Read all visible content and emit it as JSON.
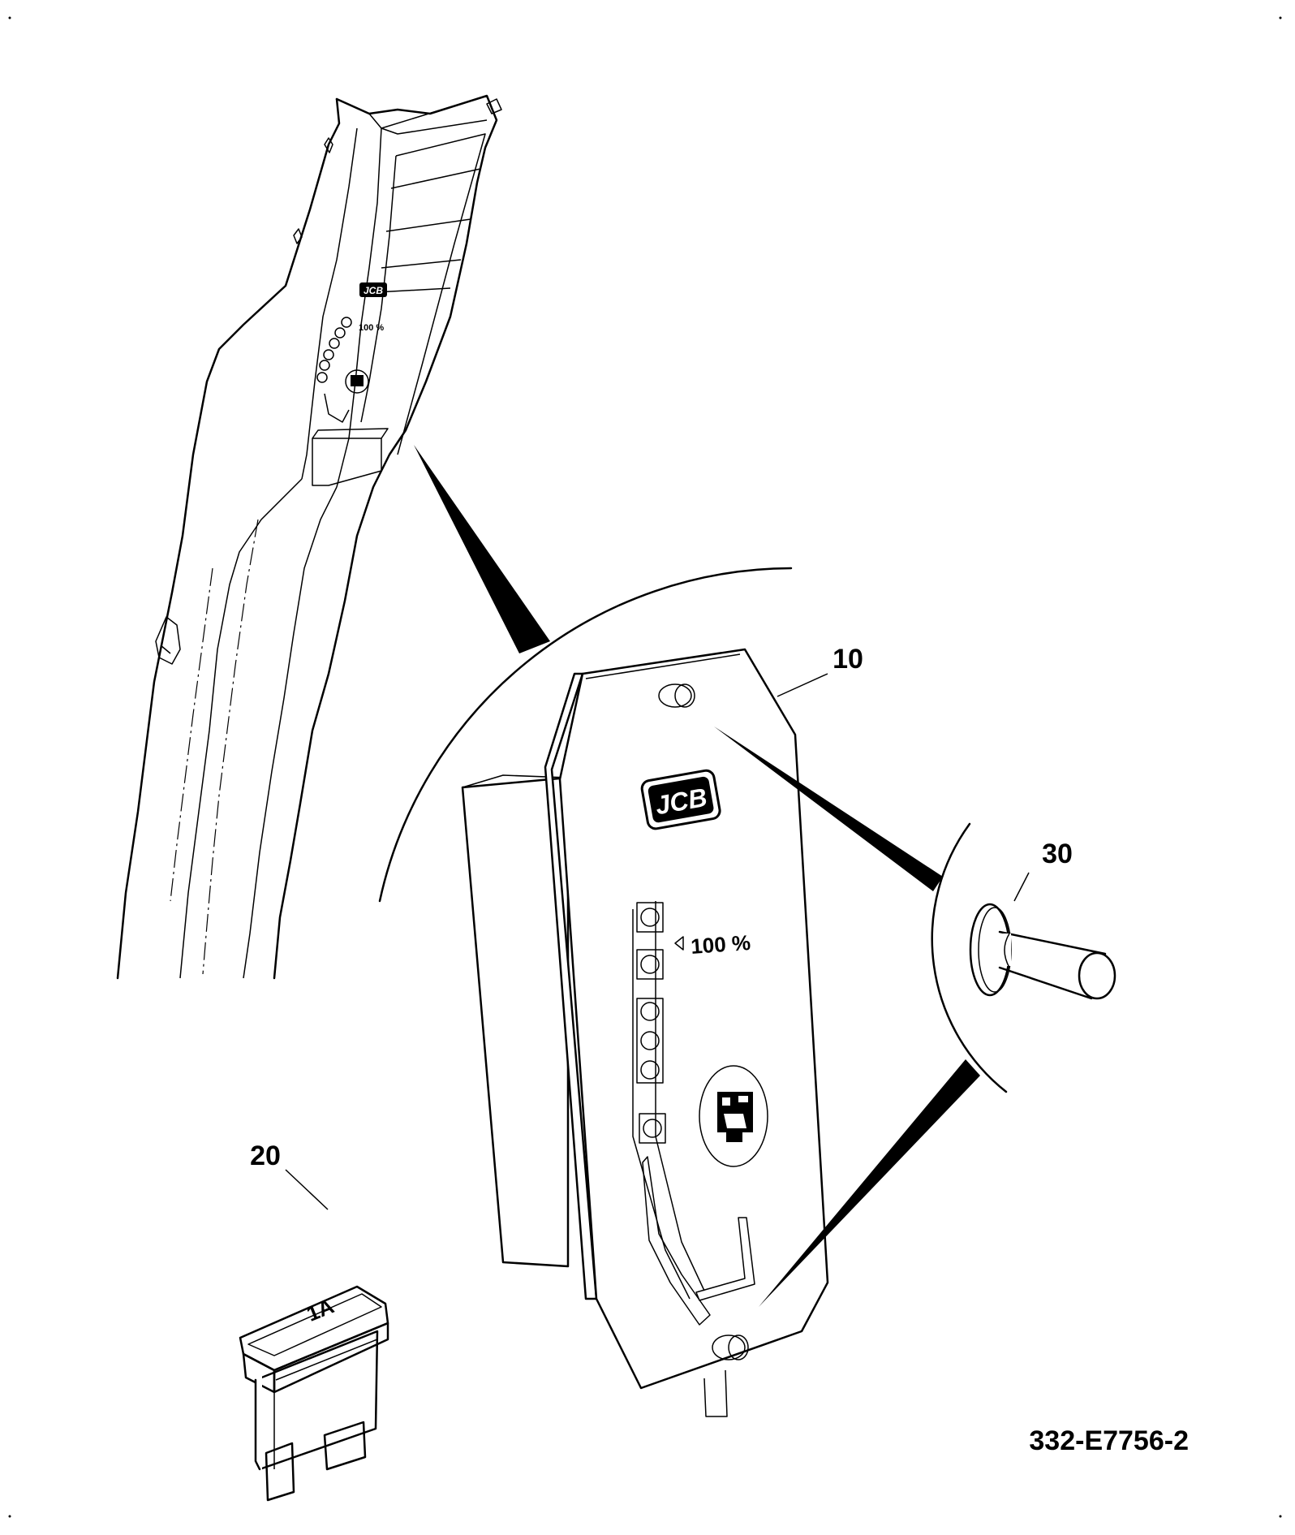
{
  "callouts": {
    "item_10": "10",
    "item_20": "20",
    "item_30": "30"
  },
  "panel": {
    "logo_text": "JCB",
    "percent_label": "100 %"
  },
  "fuse": {
    "rating": "1A"
  },
  "drawing_number": "332-E7756-2",
  "colors": {
    "line": "#000000",
    "background": "#ffffff"
  }
}
